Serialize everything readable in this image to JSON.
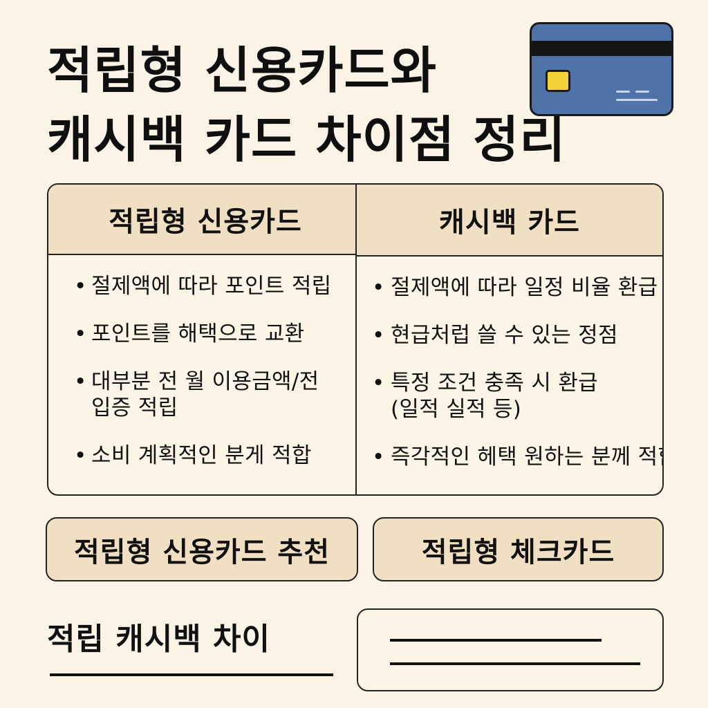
{
  "header": {
    "title_line1": "적립형 신용카드와",
    "title_line2": "캐시백 카드 차이점 정리"
  },
  "card_illustration": {
    "icon": "credit-card-icon",
    "card_color": "#4f72a8",
    "chip_color": "#f2d438"
  },
  "comparison": {
    "left": {
      "heading": "적립형 신용카드",
      "items": [
        "절제액에 따라 포인트 적립",
        "포인트를 해택으로 교환",
        "대부분 전 월 이용금액/전",
        "입증 적립",
        "소비 계획적인 분게 적합"
      ]
    },
    "right": {
      "heading": "캐시백 카드",
      "items": [
        "절제액에 따라 일정 비율 환급",
        "현급처럽 쓸 수 있는 정점",
        "특정 조건 충족 시 환급",
        "(일적 실적 등)",
        "즉각적인 헤택 원하는 분께 적합"
      ]
    }
  },
  "buttons": {
    "left_label": "적립형 신용카드 추천",
    "right_label": "적립형 체크카드"
  },
  "footer": {
    "subtitle": "적립 캐시백 차이"
  },
  "colors": {
    "background": "#fcf3e7",
    "header_fill": "#f0dfc3",
    "border": "#222222"
  }
}
